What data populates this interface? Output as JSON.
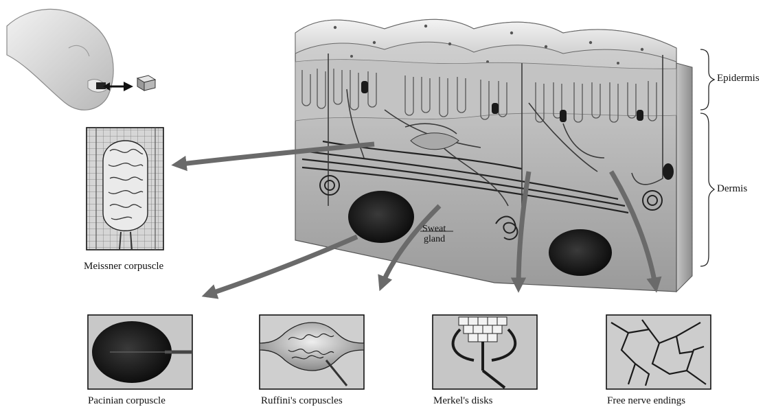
{
  "labels": {
    "epidermis": "Epidermis",
    "dermis": "Dermis",
    "sweat_gland_1": "Sweat",
    "sweat_gland_2": "gland",
    "meissner": "Meissner corpuscle",
    "pacinian": "Pacinian corpuscle",
    "ruffini": "Ruffini's corpuscles",
    "merkel": "Merkel's disks",
    "free_nerve": "Free nerve endings"
  }
}
